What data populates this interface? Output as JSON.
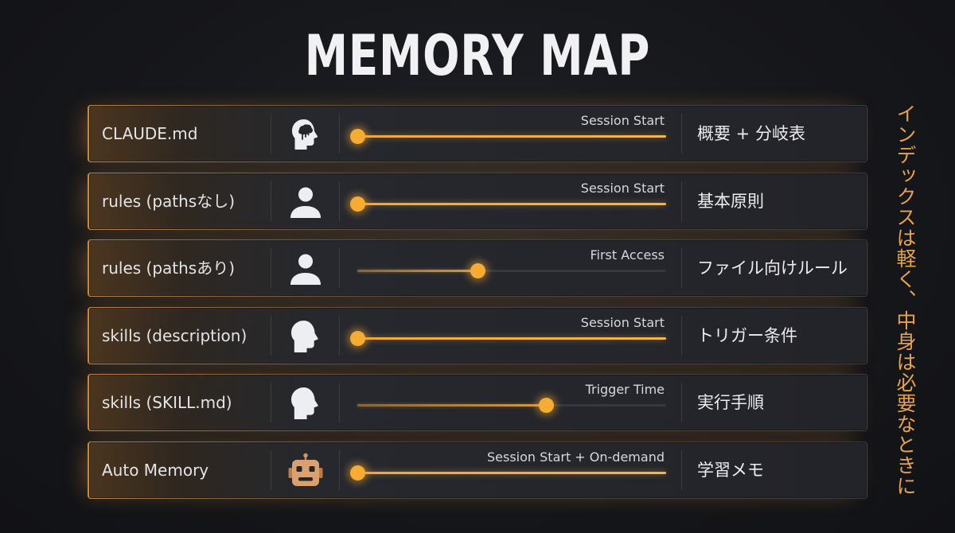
{
  "title": "MEMORY MAP",
  "side_note": "インデックスは軽く、中身は必要なときに",
  "accent_color": "#f6ac33",
  "rows": [
    {
      "label": "CLAUDE.md",
      "icon": "brain-head-icon",
      "timing": "Session Start",
      "progress": 0.0,
      "description": "概要 + 分岐表"
    },
    {
      "label": "rules (pathsなし)",
      "icon": "person-icon",
      "timing": "Session Start",
      "progress": 0.0,
      "description": "基本原則"
    },
    {
      "label": "rules (pathsあり)",
      "icon": "person-icon",
      "timing": "First Access",
      "progress": 0.39,
      "description": "ファイル向けルール"
    },
    {
      "label": "skills (description)",
      "icon": "head-profile-icon",
      "timing": "Session Start",
      "progress": 0.0,
      "description": "トリガー条件"
    },
    {
      "label": "skills (SKILL.md)",
      "icon": "head-profile-icon",
      "timing": "Trigger Time",
      "progress": 0.61,
      "description": "実行手順"
    },
    {
      "label": "Auto Memory",
      "icon": "robot-icon",
      "timing": "Session Start + On-demand",
      "progress": 0.0,
      "description": "学習メモ"
    }
  ]
}
